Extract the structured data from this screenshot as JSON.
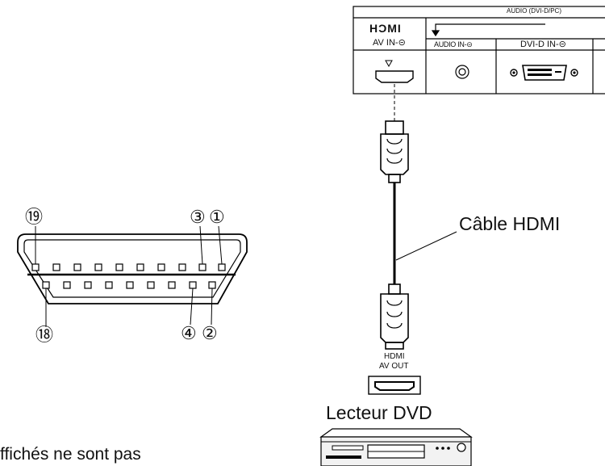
{
  "panel": {
    "audio_group_label": "AUDIO (DVI-D/PC)",
    "hdmi_logo": "HƆMI",
    "av_in_label": "AV IN-⊝",
    "audio_in_label": "AUDIO IN-⊝",
    "dvi_in_label": "DVI-D IN-⊝"
  },
  "pinout": {
    "pin_labels": [
      "⑲",
      "③",
      "①",
      "⑱",
      "④",
      "②"
    ]
  },
  "cable": {
    "label": "Câble HDMI"
  },
  "device": {
    "port_label_line1": "HDMI",
    "port_label_line2": "AV OUT",
    "name": "Lecteur DVD"
  },
  "footer": {
    "partial_text": "ffichés ne sont pas"
  }
}
